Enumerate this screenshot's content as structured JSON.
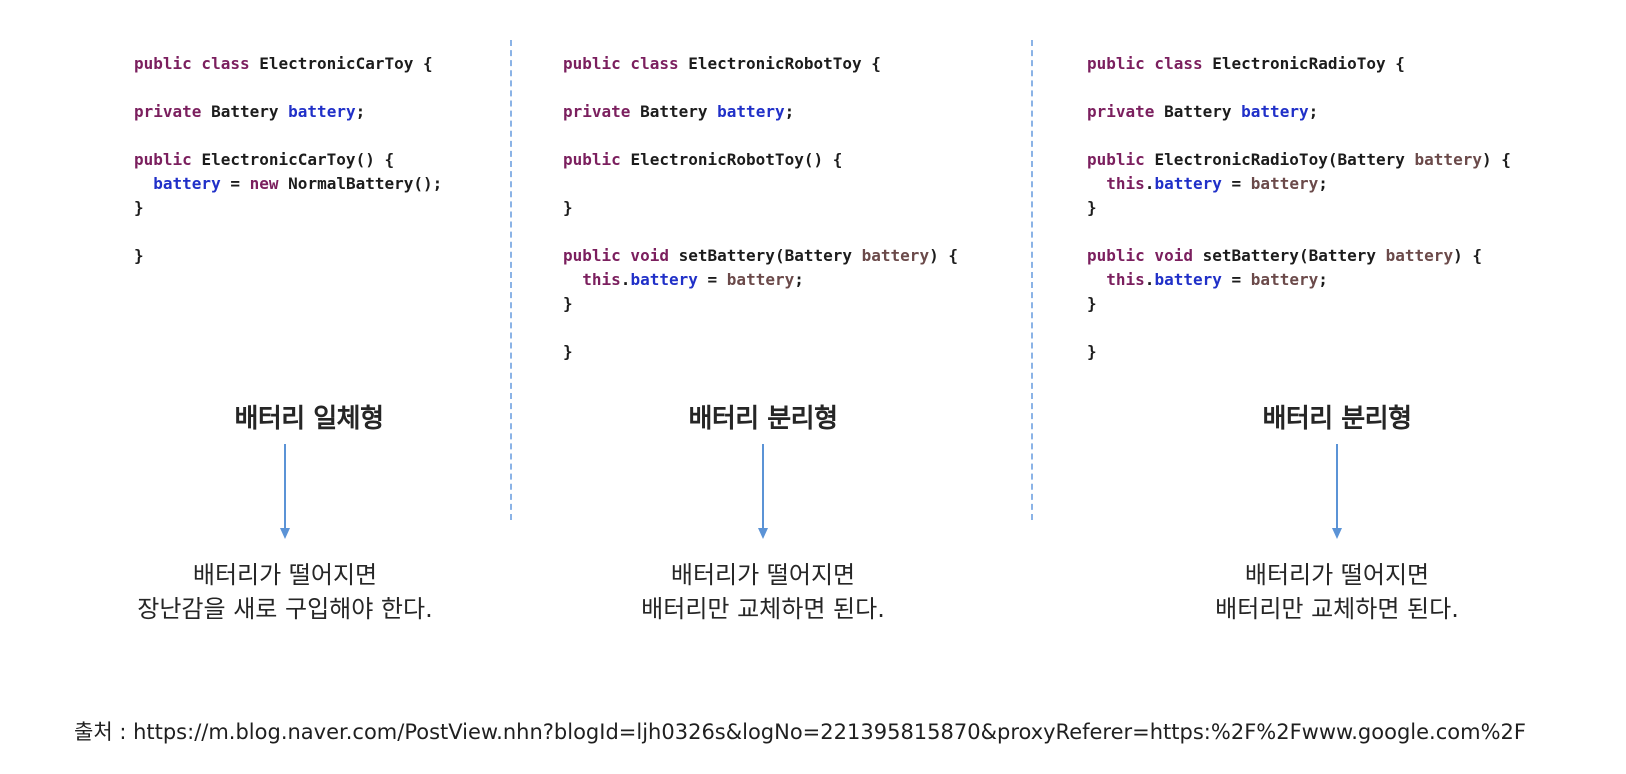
{
  "columns": [
    {
      "code": {
        "class_decl": {
          "kw": "public class",
          "name": "ElectronicCarToy",
          "brace": "{"
        },
        "field_decl": {
          "kw": "private",
          "type": "Battery",
          "name": "battery",
          "end": ";"
        },
        "ctor_decl": {
          "kw": "public",
          "sig": "ElectronicCarToy()",
          "brace": "{"
        },
        "ctor_body": {
          "field": "battery",
          "op": "=",
          "kw": "new",
          "call": "NormalBattery();"
        },
        "close_ctor": "}",
        "close_class": "}"
      },
      "type_label": "배터리 일체형",
      "result_lines": [
        "배터리가 떨어지면",
        "장난감을 새로 구입해야 한다."
      ]
    },
    {
      "code": {
        "class_decl": {
          "kw": "public class",
          "name": "ElectronicRobotToy",
          "brace": "{"
        },
        "field_decl": {
          "kw": "private",
          "type": "Battery",
          "name": "battery",
          "end": ";"
        },
        "ctor_decl": {
          "kw": "public",
          "sig": "ElectronicRobotToy()",
          "brace": "{"
        },
        "close_ctor": "}",
        "setter_decl": {
          "kw": "public void",
          "name": "setBattery(Battery",
          "param": "battery",
          "end": ") {"
        },
        "setter_body": {
          "this_kw": "this",
          "field": "battery",
          "op": "=",
          "param": "battery",
          "end": ";"
        },
        "close_setter": "}",
        "close_class": "}"
      },
      "type_label": "배터리 분리형",
      "result_lines": [
        "배터리가 떨어지면",
        "배터리만 교체하면 된다."
      ]
    },
    {
      "code": {
        "class_decl": {
          "kw": "public class",
          "name": "ElectronicRadioToy",
          "brace": "{"
        },
        "field_decl": {
          "kw": "private",
          "type": "Battery",
          "name": "battery",
          "end": ";"
        },
        "ctor_decl": {
          "kw": "public",
          "sig": "ElectronicRadioToy(Battery",
          "param": "battery",
          "end": ") {"
        },
        "ctor_body": {
          "this_kw": "this",
          "field": "battery",
          "op": "=",
          "param": "battery",
          "end": ";"
        },
        "close_ctor": "}",
        "setter_decl": {
          "kw": "public void",
          "name": "setBattery(Battery",
          "param": "battery",
          "end": ") {"
        },
        "setter_body": {
          "this_kw": "this",
          "field": "battery",
          "op": "=",
          "param": "battery",
          "end": ";"
        },
        "close_setter": "}",
        "close_class": "}"
      },
      "type_label": "배터리 분리형",
      "result_lines": [
        "배터리가 떨어지면",
        "배터리만 교체하면 된다."
      ]
    }
  ],
  "source": "출처 : https://m.blog.naver.com/PostView.nhn?blogId=ljh0326s&logNo=221395815870&proxyReferer=https:%2F%2Fwww.google.com%2F",
  "colors": {
    "keyword": "#7b1f5e",
    "field": "#2030c8",
    "param": "#6b4a4a",
    "arrow": "#5b93d6",
    "divider": "#8bb3e6"
  }
}
